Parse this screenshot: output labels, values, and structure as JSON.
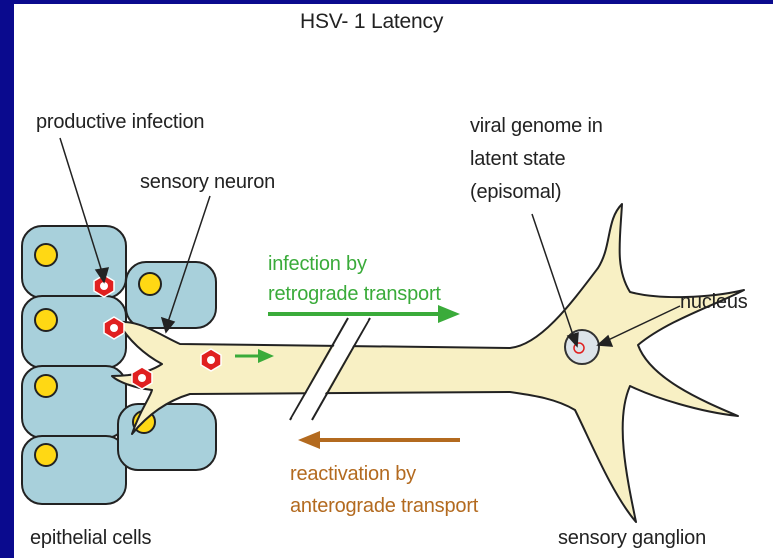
{
  "title": "HSV- 1 Latency",
  "labels": {
    "productive_infection": "productive infection",
    "sensory_neuron": "sensory neuron",
    "viral_genome_line1": "viral genome in",
    "viral_genome_line2": "latent state",
    "viral_genome_line3": "(episomal)",
    "nucleus": "nucleus",
    "infection_line1": "infection by",
    "infection_line2": "retrograde transport",
    "reactivation_line1": "reactivation by",
    "reactivation_line2": "anterograde transport",
    "epithelial_cells": "epithelial cells",
    "sensory_ganglion": "sensory ganglion"
  },
  "colors": {
    "background": "#0a0a8e",
    "panel": "#ffffff",
    "epithelial_cell": "#a8d0db",
    "cell_nucleus": "#ffd814",
    "neuron": "#f8f0c4",
    "virus": "#e02020",
    "retrograde_arrow": "#3aab3a",
    "anterograde_arrow": "#b36a1f"
  }
}
